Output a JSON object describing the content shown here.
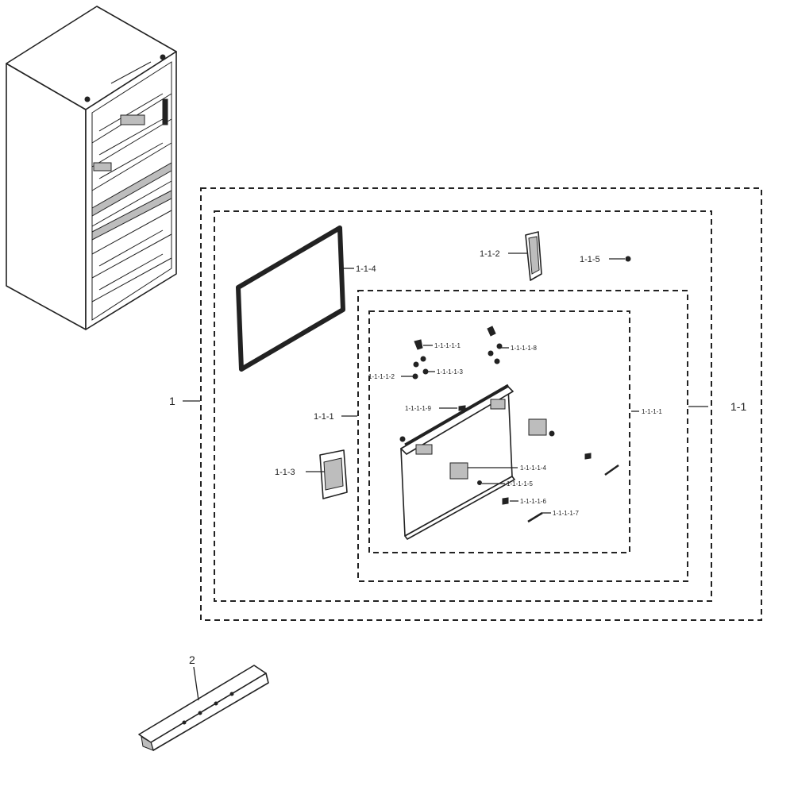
{
  "labels": {
    "l1": "1",
    "l2": "2",
    "l1_1": "1-1",
    "l1_1_1": "1-1-1",
    "l1_1_1_1": "1-1-1-1",
    "l1_1_2": "1-1-2",
    "l1_1_3": "1-1-3",
    "l1_1_4": "1-1-4",
    "l1_1_5": "1-1-5",
    "l1_1_1_1_1": "1-1-1-1-1",
    "l1_1_1_1_2": "1-1-1-1-2",
    "l1_1_1_1_3": "1-1-1-1-3",
    "l1_1_1_1_4": "1-1-1-1-4",
    "l1_1_1_1_5": "1-1-1-1-5",
    "l1_1_1_1_6": "1-1-1-1-6",
    "l1_1_1_1_7": "1-1-1-1-7",
    "l1_1_1_1_8": "1-1-1-1-8",
    "l1_1_1_1_9": "1-1-1-1-9"
  },
  "colors": {
    "line": "#222222",
    "background": "#ffffff",
    "shade": "#bdbdbd"
  }
}
